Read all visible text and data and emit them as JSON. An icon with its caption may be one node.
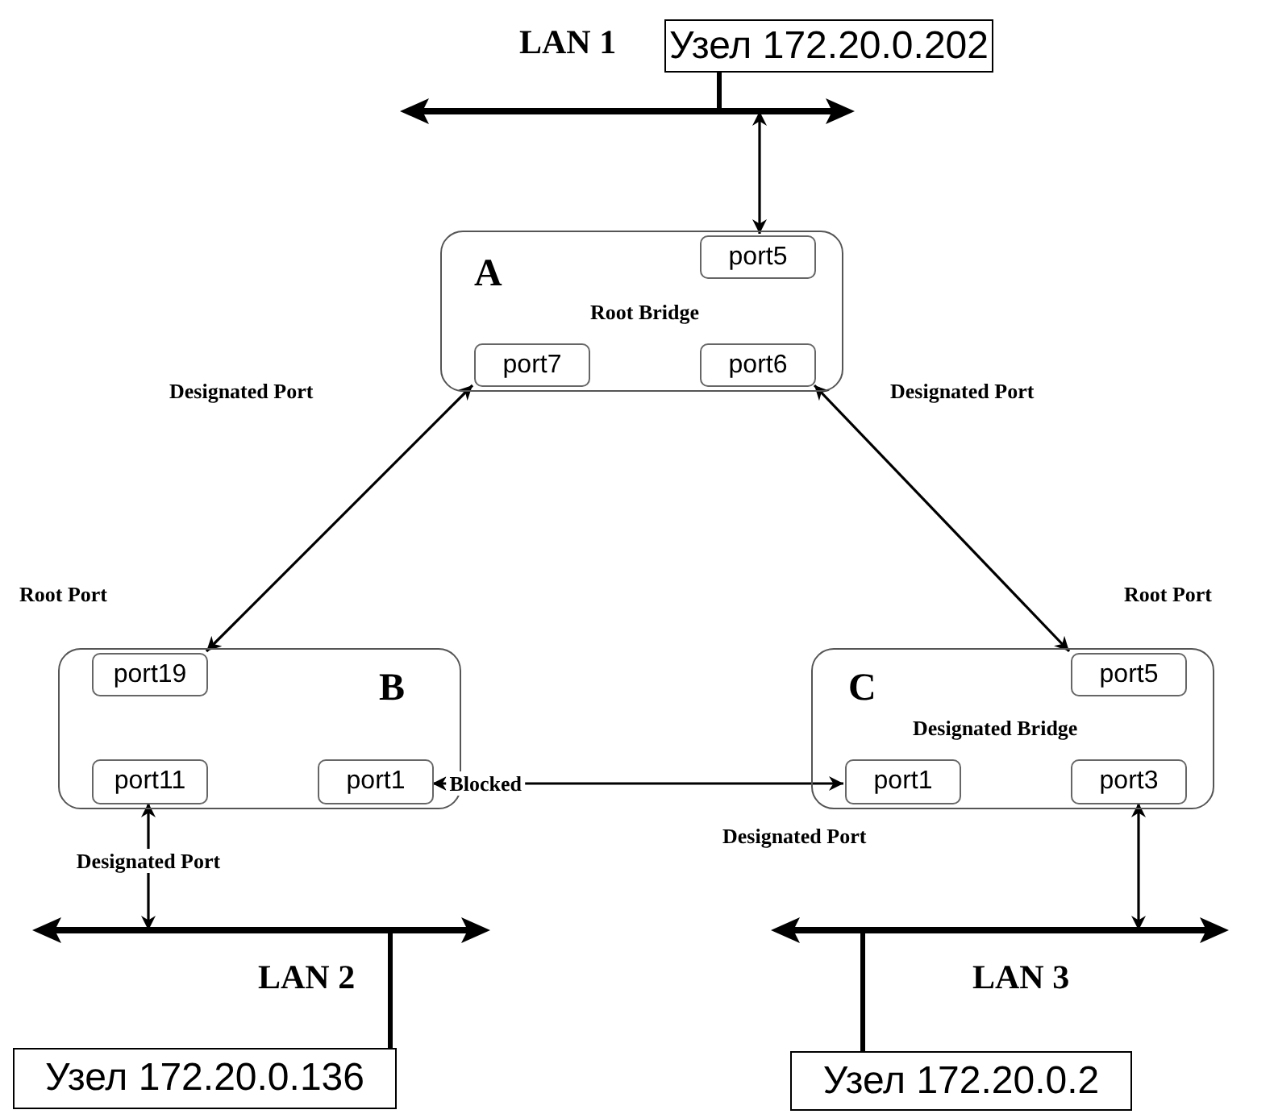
{
  "diagram": {
    "nodes": [
      {
        "text": [
          "Узел 172.20.0.202"
        ]
      },
      {
        "text": [],
        "shape": "bar",
        "beside": [
          "LAN 1"
        ]
      },
      {
        "text": [
          "A",
          "Root Bridge"
        ]
      },
      {
        "text": [
          "port5"
        ],
        "in": 2
      },
      {
        "text": [
          "port7"
        ],
        "in": 2
      },
      {
        "text": [
          "port6"
        ],
        "in": 2
      },
      {
        "text": [
          "B"
        ]
      },
      {
        "text": [
          "port19"
        ],
        "in": 6
      },
      {
        "text": [
          "port11"
        ],
        "in": 6
      },
      {
        "text": [
          "port1"
        ],
        "in": 6
      },
      {
        "text": [
          "C",
          "Designated Bridge"
        ]
      },
      {
        "text": [
          "port5"
        ],
        "in": 10
      },
      {
        "text": [
          "port1"
        ],
        "in": 10
      },
      {
        "text": [
          "port3"
        ],
        "in": 10
      },
      {
        "text": [],
        "shape": "bar",
        "beside": [
          "LAN 2"
        ]
      },
      {
        "text": [
          "Узел 172.20.0.136"
        ]
      },
      {
        "text": [],
        "shape": "bar",
        "beside": [
          "LAN 3"
        ]
      },
      {
        "text": [
          "Узел 172.20.0.2"
        ]
      }
    ],
    "edges": [
      {
        "from": 0,
        "to": 1,
        "arrow": "none"
      },
      {
        "from": 1,
        "to": 3,
        "arrow": "both"
      },
      {
        "from": 4,
        "to": 7,
        "arrow": "both"
      },
      {
        "from": 5,
        "to": 11,
        "arrow": "both"
      },
      {
        "from": 9,
        "to": 12,
        "arrow": "both",
        "label": "Blocked"
      },
      {
        "from": 8,
        "to": 14,
        "arrow": "both",
        "label": "Designated Port"
      },
      {
        "from": 13,
        "to": 16,
        "arrow": "both"
      },
      {
        "from": 14,
        "to": 15,
        "arrow": "none"
      },
      {
        "from": 16,
        "to": 17,
        "arrow": "none"
      }
    ],
    "labels": [
      "Designated Port",
      "Designated Port",
      "Root Port",
      "Root Port",
      "Designated Port"
    ]
  }
}
